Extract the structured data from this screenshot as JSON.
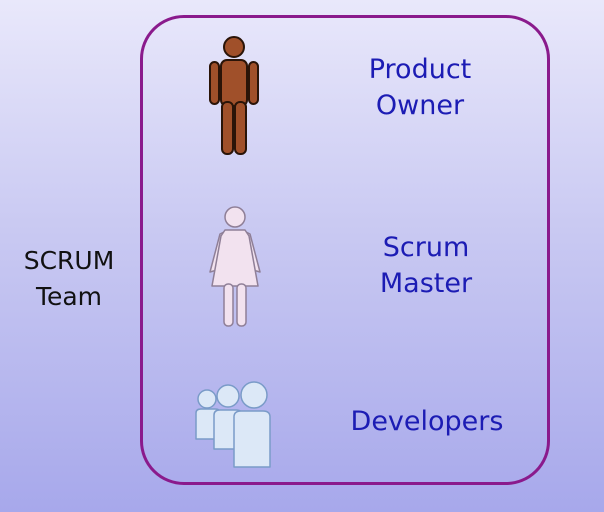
{
  "team": {
    "line1": "SCRUM",
    "line2": "Team"
  },
  "roles": [
    {
      "line1": "Product",
      "line2": "Owner",
      "icon": "man-icon"
    },
    {
      "line1": "Scrum",
      "line2": "Master",
      "icon": "woman-icon"
    },
    {
      "line1": "Developers",
      "icon": "group-icon"
    }
  ],
  "colors": {
    "frame": "#8a1a8c",
    "role_text": "#1c1cb4",
    "team_text": "#111111",
    "product_owner_icon": "#a0502a",
    "scrum_master_icon": "#f2e2ef",
    "developers_icon": "#dce8f7"
  }
}
